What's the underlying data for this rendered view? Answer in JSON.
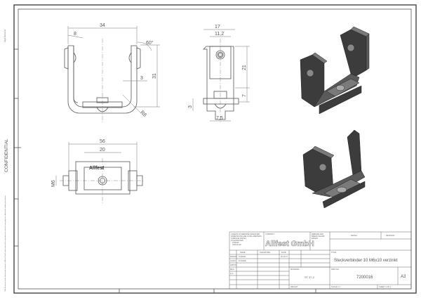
{
  "sheet": {
    "side_note_top": "Page format A3",
    "confidential": "CONFIDENTIAL",
    "side_note_bottom": "This document is the intellectual property of Allfest GmbH and must not be reproduced or used for any purpose without the written permission."
  },
  "front_view": {
    "dims": [
      "34",
      "8",
      "60°",
      "31",
      "3",
      "R6"
    ]
  },
  "side_view": {
    "dims": [
      "17",
      "11,2",
      "21",
      "7",
      "3",
      "7,5"
    ]
  },
  "top_view": {
    "dims": [
      "56",
      "20",
      "M6"
    ],
    "marking": "Allfest"
  },
  "title_block": {
    "tolerance_note": [
      "UNLESS OTHERWISE SPECIFIED:",
      "DIMENSIONS ARE IN MILLIMETERS",
      "SURFACE FINISH:",
      "TOLERANCES:",
      "LINEAR:",
      "ANGULAR:"
    ],
    "company_label": "COMPANY:",
    "company": "Allfest GmbH",
    "deburr_note": [
      "DEBURR AND",
      "BREAK SHARP",
      "EDGES"
    ],
    "finish_label": "FINISH:",
    "revision_label": "REVISION",
    "headers": [
      "NAME",
      "SIGNATURE",
      "DATE"
    ],
    "rows": [
      {
        "role": "DRAWN",
        "name": "K.DEINK",
        "date": "30.10.17"
      },
      {
        "role": "CHK'D",
        "name": "D.AGRIE",
        "date": ""
      },
      {
        "role": "APPV'D",
        "name": "",
        "date": ""
      },
      {
        "role": "MFG",
        "name": "",
        "date": ""
      },
      {
        "role": "Q.A",
        "name": "",
        "date": ""
      }
    ],
    "title_label": "TITLE:",
    "title": "Steckverbinder 10 M6x10 verzinkt",
    "material_label": "MATERIAL:",
    "material": "ST 37-2",
    "weight_label": "WEIGHT:",
    "dwg_no_label": "DWG NO.",
    "dwg_no": "7200016",
    "size": "A3",
    "scale": "SCALE:1:1",
    "sheet": "SHEET 1 OF 1"
  }
}
